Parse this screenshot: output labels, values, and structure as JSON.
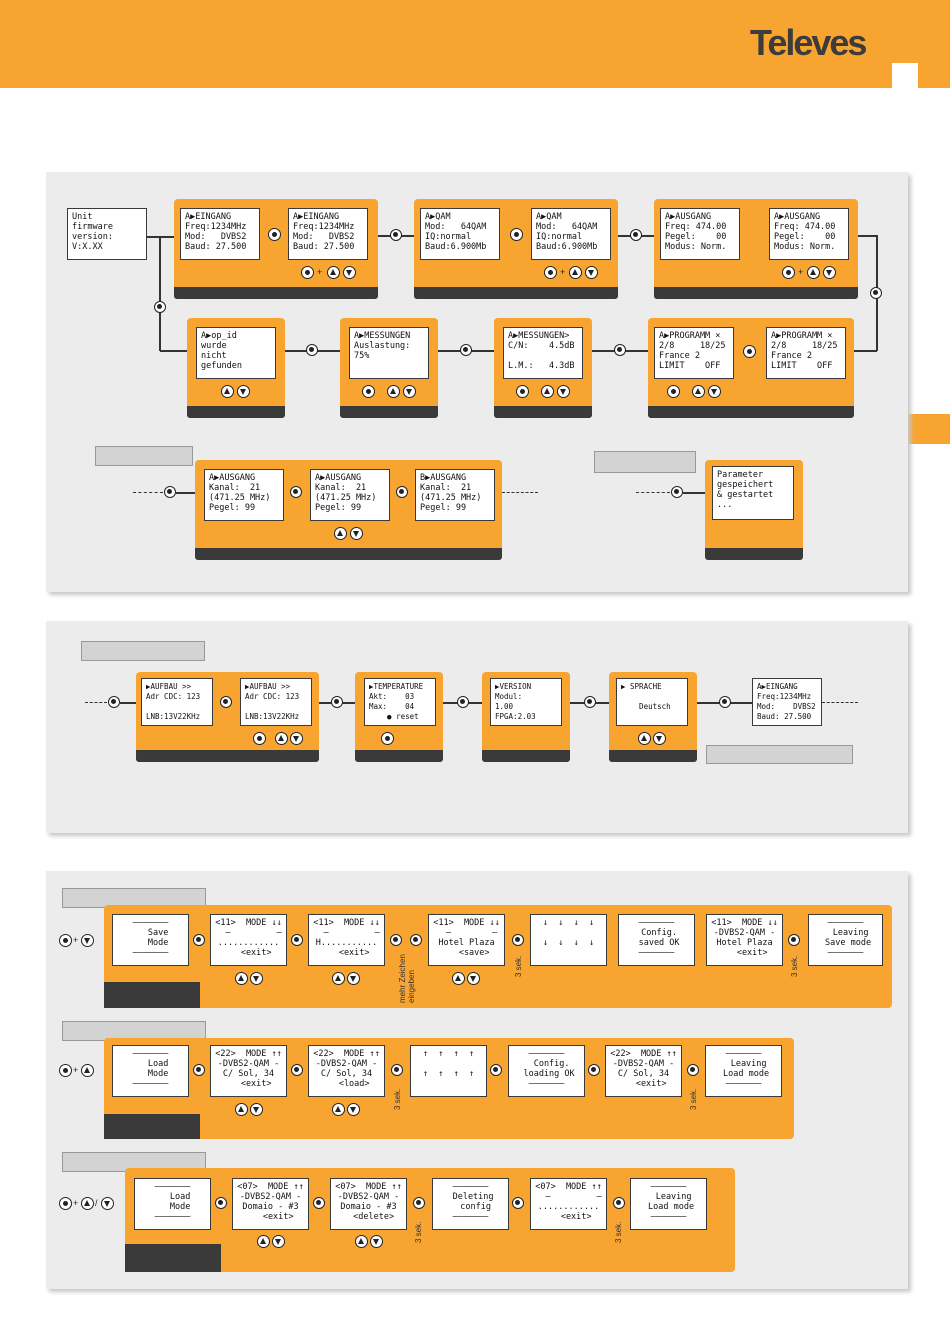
{
  "brand": {
    "logo": "Televes"
  },
  "s1": {
    "unit": "Unit\nfirmware\nversion:\nV:X.XX",
    "ein1": "A▶EINGANG\nFreq:1234MHz\nMod:   DVBS2\nBaud: 27.500",
    "ein2": "A▶EINGANG\nFreq:1234MHz\nMod:   DVBS2\nBaud: 27.500",
    "qam1": "A▶QAM\nMod:   64QAM\nIQ:normal\nBaud:6.900Mb",
    "qam2": "A▶QAM\nMod:   64QAM\nIQ:normal\nBaud:6.900Mb",
    "aus1": "A▶AUSGANG\nFreq: 474.00\nPegel:    00\nModus: Norm.",
    "aus2": "A▶AUSGANG\nFreq: 474.00\nPegel:    00\nModus: Norm.",
    "opid": "A▶op_id\nwurde\nnicht\ngefunden",
    "mess1": "A▶MESSUNGEN\nAuslastung:\n75%",
    "mess2": "A▶MESSUNGEN>\nC/N:    4.5dB\n\nL.M.:   4.3dB",
    "prog1": "A▶PROGRAMM ×\n2/8     18/25\nFrance 2\nLIMIT    OFF",
    "prog2": "A▶PROGRAMM ×\n2/8     18/25\nFrance 2\nLIMIT    OFF",
    "kan1": "A▶AUSGANG\nKanal:  21\n(471.25 MHz)\nPegel: 99",
    "kan2": "A▶AUSGANG\nKanal:  21\n(471.25 MHz)\nPegel: 99",
    "kan3": "B▶AUSGANG\nKanal:  21\n(471.25 MHz)\nPegel: 99",
    "param": "Parameter\ngespeichert\n& gestartet\n..."
  },
  "s2": {
    "auf1": "▶AUFBAU >>\nAdr CDC: 123\n\nLNB:13V22KHz",
    "auf2": "▶AUFBAU >>\nAdr CDC: 123\n\nLNB:13V22KHz",
    "temp": "▶TEMPERATURE\nAkt:    03\nMax:    04\n    ● reset",
    "ver": "▶VERSION\nModul:\n1.00\nFPGA:2.03",
    "spr": "▶ SPRACHE\n\n    Deutsch",
    "ein": "A▶EINGANG\nFreq:1234MHz\nMod:    DVBS2\nBaud: 27.500"
  },
  "s3": {
    "r1": [
      "———————\n   Save\n   Mode\n———————",
      "<11>  MODE ↓↓\n  —         —\n............\n   <exit>",
      "<11>  MODE ↓↓\n  —         —\nH...........\n   <exit>",
      "<11>  MODE ↓↓\n  —        —\nHotel Plaza\n   <save>",
      "↓  ↓  ↓  ↓\n\n↓  ↓  ↓  ↓",
      "———————\n Config.\n saved OK\n———————",
      "<11>  MODE ↓↓\n-DVBS2-QAM -\nHotel Plaza\n   <exit>",
      "———————\n  Leaving\n Save mode\n———————"
    ],
    "r2": [
      "———————\n   Load\n   Mode\n———————",
      "<22>  MODE ↑↑\n-DVBS2-QAM -\nC/ Sol, 34\n   <exit>",
      "<22>  MODE ↑↑\n-DVBS2-QAM -\nC/ Sol, 34\n   <load>",
      "↑  ↑  ↑  ↑\n\n↑  ↑  ↑  ↑",
      "———————\n  Config.\n loading OK\n———————",
      "<22>  MODE ↑↑\n-DVBS2-QAM -\nC/ Sol, 34\n   <exit>",
      "———————\n  Leaving\n Load mode\n———————"
    ],
    "r3": [
      "———————\n   Load\n   Mode\n———————",
      "<07>  MODE ↑↑\n-DVBS2-QAM -\nDomaio - #3\n   <exit>",
      "<07>  MODE ↑↑\n-DVBS2-QAM -\nDomaio - #3\n  <delete>",
      "———————\n Deleting\n  config\n———————",
      "<07>  MODE ↑↑\n  —         —\n............\n   <exit>",
      "———————\n  Leaving\n Load mode\n———————"
    ],
    "sek": "3 sek.",
    "mehr": "mehr Zeichen\neingeben"
  }
}
